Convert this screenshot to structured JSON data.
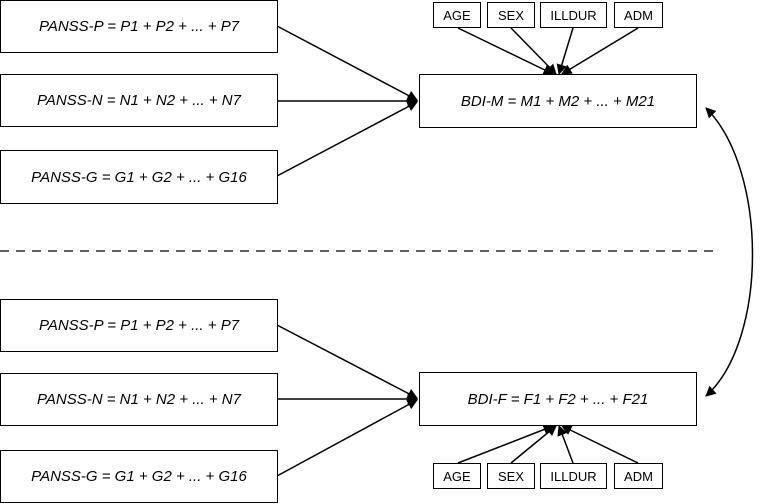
{
  "top": {
    "predictors": [
      "PANSS-P  =  P1 + P2 + ... + P7",
      "PANSS-N  =  N1 + N2 + ... + N7",
      "PANSS-G  =  G1 + G2 + ... + G16"
    ],
    "outcome": "BDI-M = M1 + M2 + ... + M21",
    "covariates": [
      "AGE",
      "SEX",
      "ILLDUR",
      "ADM"
    ]
  },
  "bottom": {
    "predictors": [
      "PANSS-P  =  P1 + P2 + ... + P7",
      "PANSS-N  =  N1 + N2 + ... + N7",
      "PANSS-G  =  G1 + G2 + ... + G16"
    ],
    "outcome": "BDI-F = F1 + F2 + ... + F21",
    "covariates": [
      "AGE",
      "SEX",
      "ILLDUR",
      "ADM"
    ]
  }
}
